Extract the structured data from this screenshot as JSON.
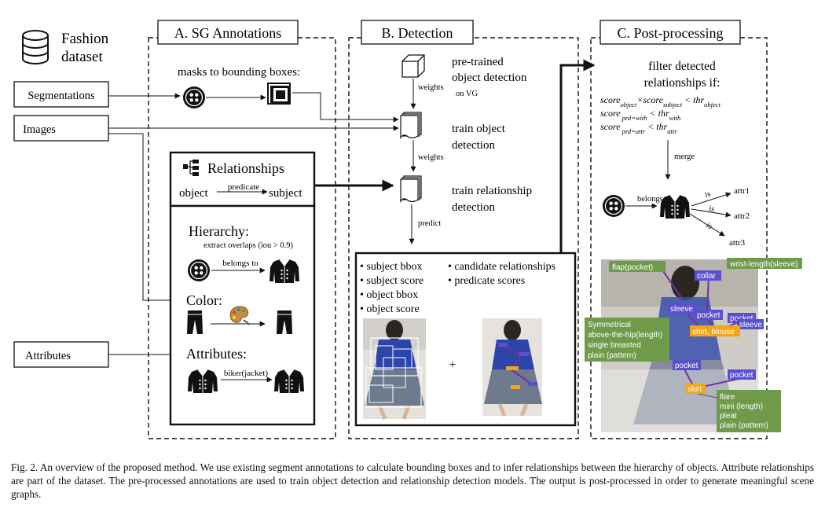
{
  "source": {
    "title_line1": "Fashion",
    "title_line2": "dataset"
  },
  "inputs": {
    "segmentations": "Segmentations",
    "images": "Images",
    "attributes": "Attributes"
  },
  "panel_a": {
    "title": "A. SG Annotations",
    "masks_label": "masks to bounding boxes:",
    "relationships_title": "Relationships",
    "predicate": "predicate",
    "object": "object",
    "subject": "subject",
    "hierarchy_title": "Hierarchy:",
    "overlaps": "extract overlaps (iou > 0.9)",
    "belongs_to": "belongs to",
    "color_title": "Color:",
    "attributes_title": "Attributes:",
    "biker": "biker(jacket)"
  },
  "panel_b": {
    "title": "B. Detection",
    "pretrained_line1": "pre-trained",
    "pretrained_line2": "object detection",
    "on_vg": "on VG",
    "weights_1": "weights",
    "train_obj_line1": "train object",
    "train_obj_line2": "detection",
    "weights_2": "weights",
    "train_rel_line1": "train relationship",
    "train_rel_line2": "detection",
    "predict": "predict",
    "outputs_left": [
      "subject bbox",
      "subject score",
      "object bbox",
      "object score"
    ],
    "outputs_right": [
      "candidate relationships",
      "predicate scores"
    ],
    "plus": "+"
  },
  "panel_c": {
    "title": "C. Post-processing",
    "filter_line1": "filter detected",
    "filter_line2": "relationships if:",
    "f1_a": "score",
    "f1_a_sub": "object",
    "f1_b": "×score",
    "f1_b_sub": "subject",
    "f1_c": " < thr",
    "f1_c_sub": "object",
    "f2_a": "score",
    "f2_a_sub": " prd=with",
    "f2_c": " < thr",
    "f2_c_sub": "with",
    "f3_a": "score",
    "f3_a_sub": " prd=attr",
    "f3_c": " < thr",
    "f3_c_sub": "attr",
    "merge": "merge",
    "belongs": "belongs",
    "is_labels": [
      "is",
      "is",
      "is"
    ],
    "attr_labels": [
      "attr1",
      "attr2",
      "attr3"
    ],
    "sg_labels": {
      "flap": "flap(pocket)",
      "wrist": "wrist-length(sleeve)",
      "collar": "collar",
      "sleeve1": "sleeve",
      "pocket1": "pocket",
      "pocket2": "pocket",
      "sleeve2": "sleeve",
      "shirt": "shirt, blouse",
      "shirt_attrs": [
        "Symmetrical",
        "above-the-hip(length)",
        "single breasted",
        "plain (pattern)"
      ],
      "pocket3": "pocket",
      "pocket4": "pocket",
      "skirt": "skirt",
      "skirt_attrs": [
        "flare",
        "mini (length)",
        "pleat",
        "plain (pattern)"
      ]
    }
  },
  "caption": "Fig. 2.  An overview of the proposed method. We use existing segment annotations to calculate bounding boxes and to infer relationships between the hierarchy of objects. Attribute relationships are part of the dataset. The pre-processed annotations are used to train object detection and relationship detection models. The output is post-processed in order to generate meaningful scene graphs.",
  "colors": {
    "accent_green": "#6f9a4a",
    "accent_orange": "#f2a518",
    "accent_purple": "#5a4fcf",
    "line": "#111111"
  }
}
